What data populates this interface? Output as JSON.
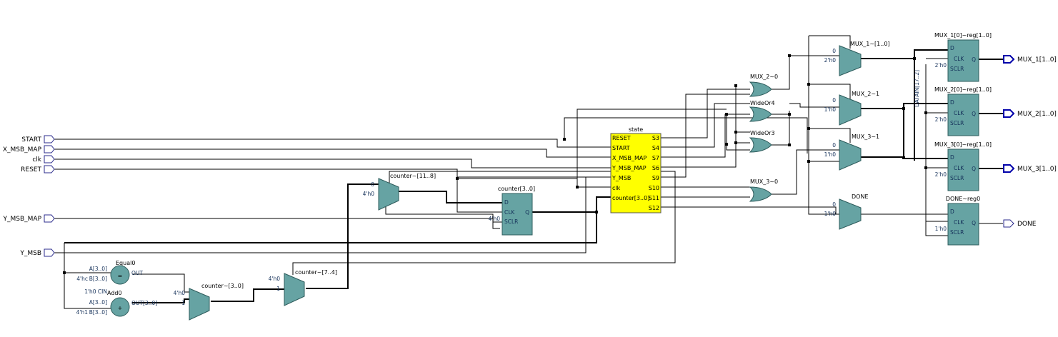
{
  "inputs": {
    "start": "START",
    "x_msb_map": "X_MSB_MAP",
    "clk": "clk",
    "reset": "RESET",
    "y_msb_map": "Y_MSB_MAP",
    "y_msb": "Y_MSB"
  },
  "outputs": {
    "mux1": "MUX_1[1..0]",
    "mux2": "MUX_2[1..0]",
    "mux3": "MUX_3[1..0]",
    "done": "DONE"
  },
  "state": {
    "title": "state",
    "left_ports": [
      "RESET",
      "START",
      "X_MSB_MAP",
      "Y_MSB_MAP",
      "Y_MSB",
      "clk",
      "counter[3..0]"
    ],
    "right_ports": [
      "S3",
      "S4",
      "S7",
      "S6",
      "S9",
      "S10",
      "S11",
      "S12"
    ]
  },
  "cells": {
    "mux_counter_11_8": "counter~[11..8]",
    "mux_counter_7_4": "counter~[7..4]",
    "mux_counter_3_0": "counter~[3..0]",
    "counter_reg": "counter[3..0]",
    "equal0": "Equal0",
    "add0": "Add0",
    "mux2_or": "MUX_2~0",
    "wideor4": "WideOr4",
    "wideor3": "WideOr3",
    "mux3_or": "MUX_3~0",
    "mux1_mux": "MUX_1~[1..0]",
    "mux2_mux": "MUX_2~1",
    "mux3_mux": "MUX_3~1",
    "done_mux": "DONE",
    "mux1_reg": "MUX_1[0]~reg[1..0]",
    "mux2_reg": "MUX_2[0]~reg[1..0]",
    "mux3_reg": "MUX_3[0]~reg[1..0]",
    "done_reg": "DONE~reg0",
    "bus_label": "DATAIN[17..2]"
  },
  "consts": {
    "c4h0": "4'h0",
    "c4hc": "4'hc",
    "c4h1": "4'h1",
    "c1h0": "1'h0",
    "c2h0": "2'h0",
    "c1h0cin": "1'h0 CIN"
  },
  "ports": {
    "d": "D",
    "clk": "CLK",
    "sclr": "SCLR",
    "q": "Q",
    "sel0": "0",
    "sel1": "1",
    "a30": "A[3..0]",
    "b30": "B[3..0]",
    "out": "OUT",
    "out30": "OUT[3..0]",
    "eq": "=",
    "plus": "+"
  }
}
